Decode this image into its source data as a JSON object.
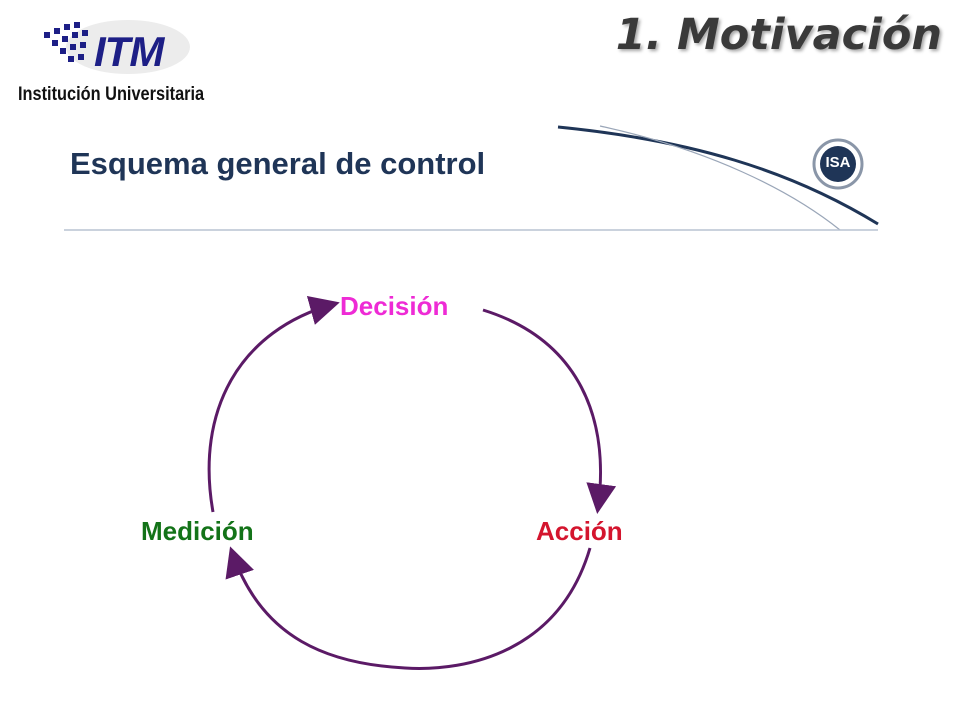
{
  "logo": {
    "brand": "ITM",
    "institution": "Institución Universitaria"
  },
  "slide": {
    "title": "1. Motivación"
  },
  "section": {
    "title": "Esquema general de control",
    "badge": "ISA"
  },
  "diagram": {
    "nodes": {
      "decision": "Decisión",
      "action": "Acción",
      "measurement": "Medición"
    },
    "colors": {
      "decision": "#ee2bd5",
      "action": "#d4152e",
      "measurement": "#137318",
      "cycle": "#5b1a66",
      "header_text": "#1f3557",
      "brand": "#1d1f86"
    }
  }
}
